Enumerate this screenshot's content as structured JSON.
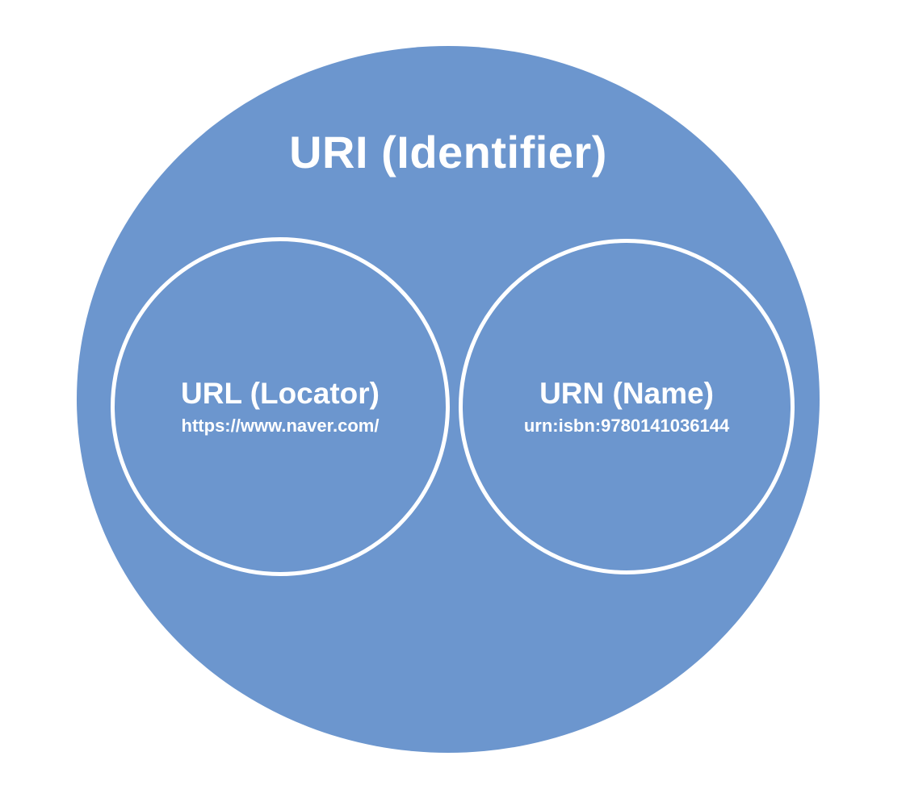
{
  "diagram": {
    "type": "venn-nested-sets",
    "outer": {
      "label": "URI (Identifier)"
    },
    "inner": [
      {
        "label": "URL (Locator)",
        "example": "https://www.naver.com/"
      },
      {
        "label": "URN (Name)",
        "example": "urn:isbn:9780141036144"
      }
    ],
    "colors": {
      "fill": "#6C96CE",
      "stroke": "#FFFFFF",
      "text": "#FFFFFF",
      "background": "#FFFFFF"
    }
  }
}
